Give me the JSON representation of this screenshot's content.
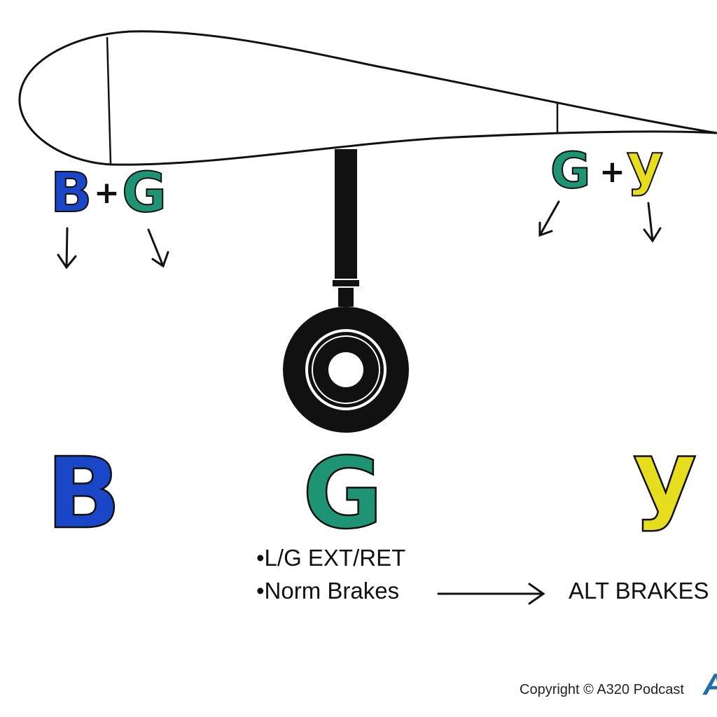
{
  "colors": {
    "blue": "#1a47c8",
    "green": "#1f9474",
    "yellow": "#e6dd1f",
    "black": "#111111",
    "background": "#ffffff"
  },
  "flaps": {
    "left": {
      "first": "B",
      "operator": "+",
      "second": "G"
    },
    "right": {
      "first": "G",
      "operator": "+",
      "second": "y"
    }
  },
  "systems": {
    "blue": "B",
    "green": "G",
    "yellow": "y"
  },
  "green_functions": [
    "•L/G EXT/RET",
    "•Norm Brakes"
  ],
  "yellow_function": "ALT BRAKES",
  "copyright": "Copyright © A320 Podcast",
  "logo_fragment": "A"
}
